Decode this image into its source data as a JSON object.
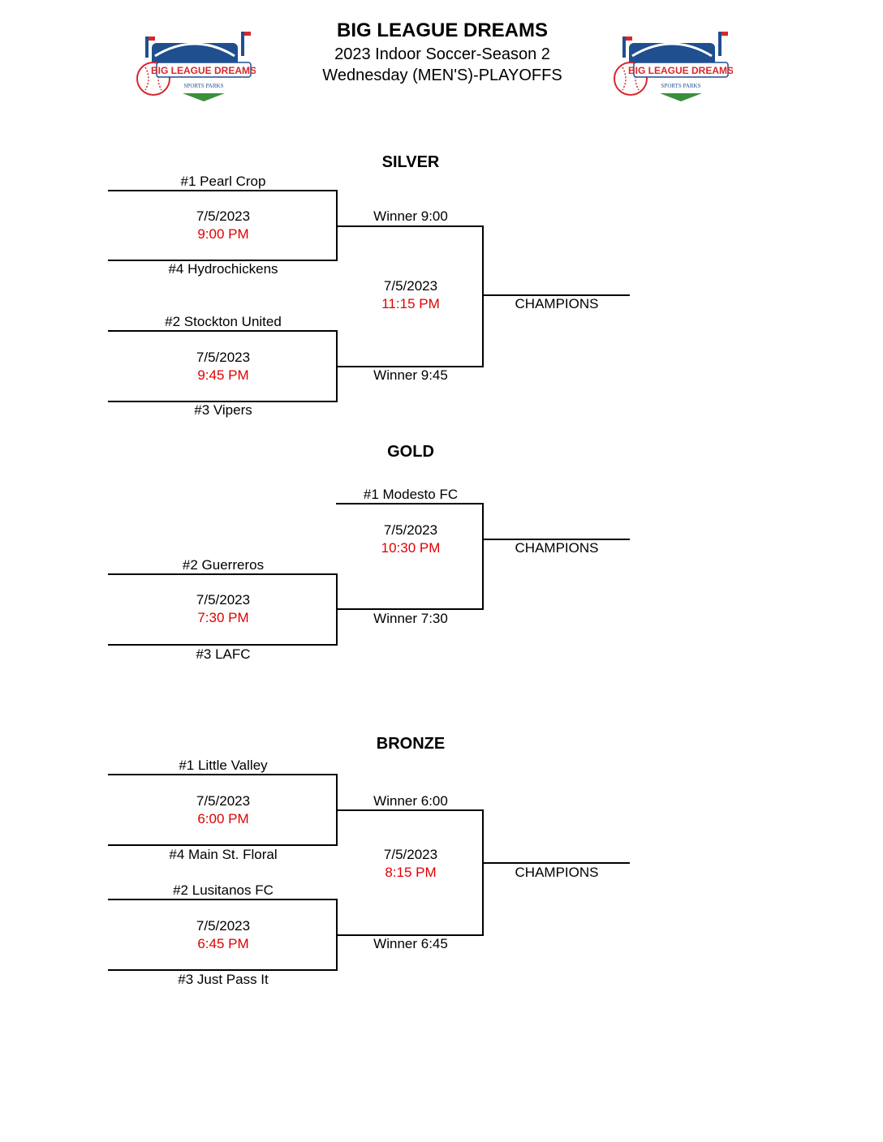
{
  "header": {
    "title": "BIG LEAGUE DREAMS",
    "subtitle": "2023 Indoor Soccer-Season 2",
    "subtitle2": "Wednesday (MEN'S)-PLAYOFFS",
    "logo_text_1": "BIG LEAGUE DREAMS",
    "logo_text_2": "SPORTS PARKS"
  },
  "colors": {
    "time": "#e00000",
    "logo_red": "#d6282d",
    "logo_blue": "#1f4f8f"
  },
  "silver": {
    "title": "SILVER",
    "team1": "#1 Pearl Crop",
    "team4": "#4 Hydrochickens",
    "team2": "#2 Stockton United",
    "team3": "#3 Vipers",
    "g1_date": "7/5/2023",
    "g1_time": "9:00 PM",
    "g2_date": "7/5/2023",
    "g2_time": "9:45 PM",
    "w1": "Winner 9:00",
    "w2": "Winner 9:45",
    "final_date": "7/5/2023",
    "final_time": "11:15 PM",
    "champions": "CHAMPIONS"
  },
  "gold": {
    "title": "GOLD",
    "team1": "#1 Modesto FC",
    "team2": "#2 Guerreros",
    "team3": "#3 LAFC",
    "g1_date": "7/5/2023",
    "g1_time": "7:30 PM",
    "w1": "Winner 7:30",
    "final_date": "7/5/2023",
    "final_time": "10:30 PM",
    "champions": "CHAMPIONS"
  },
  "bronze": {
    "title": "BRONZE",
    "team1": "#1 Little Valley",
    "team4": "#4 Main St. Floral",
    "team2": "#2 Lusitanos FC",
    "team3": "#3 Just Pass It",
    "g1_date": "7/5/2023",
    "g1_time": "6:00 PM",
    "g2_date": "7/5/2023",
    "g2_time": "6:45 PM",
    "w1": "Winner 6:00",
    "w2": "Winner 6:45",
    "final_date": "7/5/2023",
    "final_time": "8:15 PM",
    "champions": "CHAMPIONS"
  }
}
